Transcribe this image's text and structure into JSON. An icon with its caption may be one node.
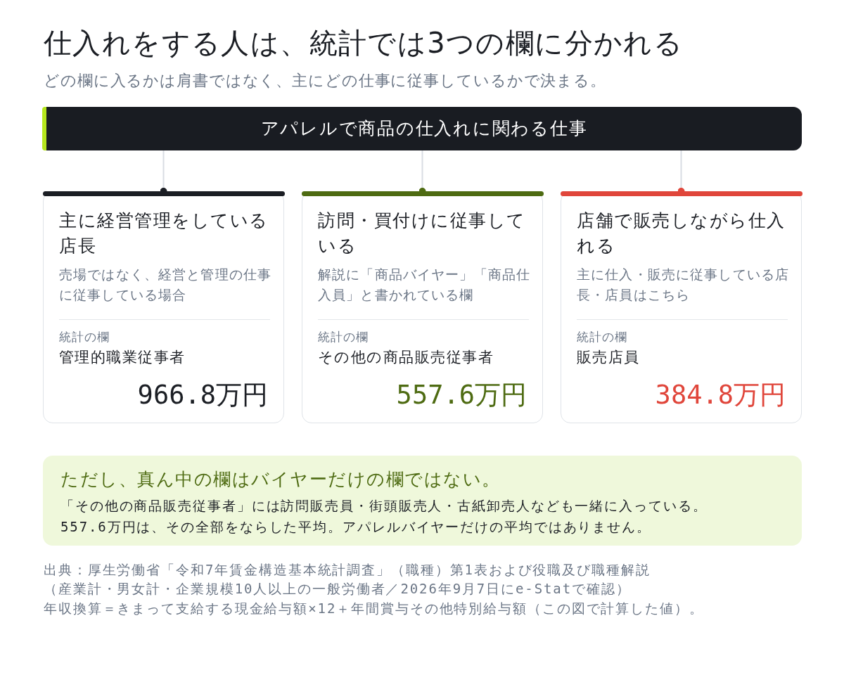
{
  "diagram": {
    "title": "仕入れをする人は、統計では3つの欄に分かれる",
    "nodes": [
      {
        "text": [
          "アパレルで商品の仕入れに関わる仕事"
        ]
      },
      {
        "text": [
          "主に経営管理をしている店長",
          "売場ではなく、経営と管理の仕事に従事している場合",
          "統計の欄",
          "管理的職業従事者",
          "966.8万円"
        ]
      },
      {
        "text": [
          "訪問・買付けに従事している",
          "解説に「商品バイヤー」「商品仕入員」と書かれている欄",
          "統計の欄",
          "その他の商品販売従事者",
          "557.6万円"
        ]
      },
      {
        "text": [
          "店舗で販売しながら仕入れる",
          "主に仕入・販売に従事している店長・店員はこちら",
          "統計の欄",
          "販売店員",
          "384.8万円"
        ]
      },
      {
        "text": [
          "ただし、真ん中の欄はバイヤーだけの欄ではない。",
          "「その他の商品販売従事者」には訪問販売員・街頭販売人・古紙卸売人なども一緒に入っている。557.6万円は、その全部をならした平均。アパレルバイヤーだけの平均ではありません。"
        ]
      }
    ],
    "edges": [
      {
        "from": 0,
        "to": 1,
        "arrow": "other"
      },
      {
        "from": 0,
        "to": 2,
        "arrow": "other"
      },
      {
        "from": 0,
        "to": 3,
        "arrow": "other"
      }
    ],
    "labels": [
      "どの欄に入るかは肩書ではなく、主にどの仕事に従事しているかで決まる。",
      "出典：厚生労働省「令和7年賃金構造基本統計調査」（職種）第1表および役職及び職種解説",
      "（産業計・男女計・企業規模10人以上の一般労働者／2026年9月7日にe-Statで確認）",
      "年収換算＝きまって支給する現金給与額×12＋年間賞与その他特別給与額（この図で計算した値）。"
    ]
  }
}
